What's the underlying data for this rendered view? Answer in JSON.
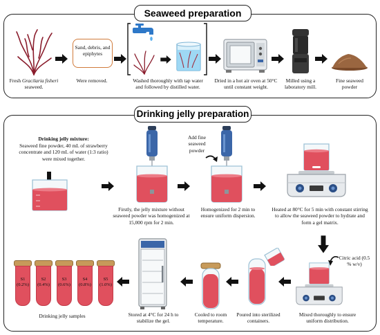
{
  "seaweed": {
    "title": "Seaweed preparation",
    "step1_pre": "Fresh ",
    "step1_species": "Gracilaria fisheri",
    "step1_post": "seaweed.",
    "box_label": "Sand, debris, and epiphytes",
    "step2": "Were removed.",
    "step3": "Washed thoroughly with tap water and followed by distilled water.",
    "step4": "Dried in a hot air oven at 50°C until constant weight.",
    "step5": "Milled using a laboratory mill.",
    "step6": "Fine seaweed powder"
  },
  "jelly": {
    "title": "Drinking jelly preparation",
    "mixture_heading": "Drinking jelly mixture:",
    "mixture_text": "Seaweed fine powder, 40 mL of strawberry concentrate and 120 mL of water (1:3 ratio) were mixed together.",
    "add_powder": "Add fine seaweed powder",
    "step_homogenize1": "Firstly, the jelly mixture without seaweed powder was homogenized at 15,000 rpm for 2 min.",
    "step_homogenize2": "Homogenized for 2 min to ensure uniform dispersion.",
    "step_heat": "Heated at 80°C for 5 min with constant stirring to allow the seaweed powder to hydrate and form a gel matrix.",
    "citric": "Citric acid (0.5 % w/v)",
    "step_mix": "Mixed thoroughly to ensure uniform distribution.",
    "step_pour": "Poured into sterilized containers.",
    "step_cool": "Cooled to room temperature.",
    "step_store": "Stored at 4°C for 24 h to stabilize the gel.",
    "samples_label": "Drinking jelly samples",
    "samples": [
      {
        "id": "S1",
        "conc": "(0.2%)"
      },
      {
        "id": "S2",
        "conc": "(0.4%)"
      },
      {
        "id": "S3",
        "conc": "(0.6%)"
      },
      {
        "id": "S4",
        "conc": "(0.8%)"
      },
      {
        "id": "S5",
        "conc": "(1.0%)"
      }
    ]
  },
  "colors": {
    "jelly": "#e0505e",
    "jelly_dark": "#c23a48",
    "mixer": "#3b66a8",
    "arrow": "#111111"
  }
}
